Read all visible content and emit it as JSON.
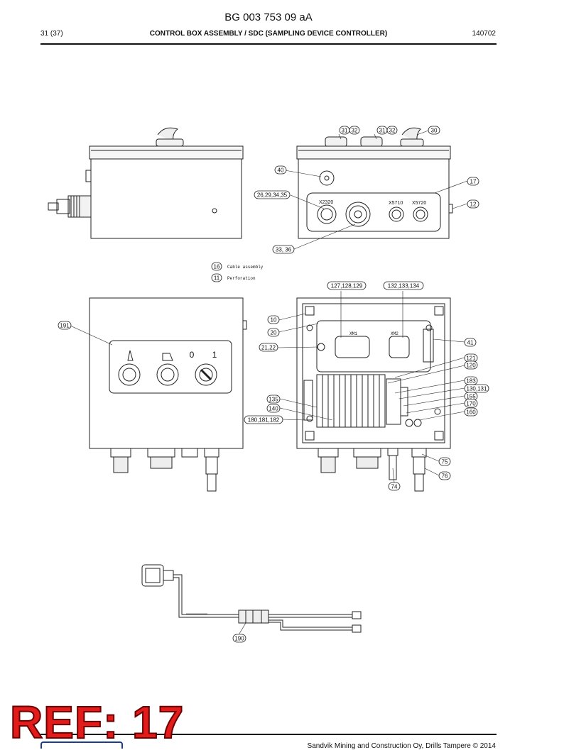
{
  "header": {
    "doc_number": "BG 003 753 09 aA",
    "page": "31 (37)",
    "section_title": "CONTROL BOX ASSEMBLY / SDC (SAMPLING DEVICE CONTROLLER)",
    "date_code": "140702"
  },
  "callouts": {
    "c31a": "31",
    "c32a": "32",
    "c31b": "31",
    "c32b": "32",
    "c30": "30",
    "c40": "40",
    "c17": "17",
    "c12": "12",
    "c26": "26,29,34,35",
    "c33": "33, 36",
    "c16": "16",
    "c11": "11",
    "c127": "127,128,129",
    "c132": "132,133,134",
    "c191": "191",
    "c10": "10",
    "c20": "20",
    "c41": "41",
    "c21": "21,22",
    "c121": "121",
    "c120": "120",
    "c183": "183",
    "c130": "130,131",
    "c155": "155",
    "c170": "170",
    "c160": "160",
    "c135": "135",
    "c140": "140",
    "c180": "180,181,182",
    "c75": "75",
    "c76": "76",
    "c74": "74",
    "c190": "190"
  },
  "labels": {
    "x2320": "X2320",
    "x5710": "X5710",
    "x5720": "X5720",
    "legend_16": "Cable assembly",
    "legend_11": "Perforation",
    "xm1": "XM1",
    "xm2": "XM2",
    "switch_0": "0",
    "switch_1": "1"
  },
  "footer": {
    "ref": "REF: 17",
    "copyright": "Sandvik Mining and Construction Oy, Drills Tampere © 2014"
  }
}
